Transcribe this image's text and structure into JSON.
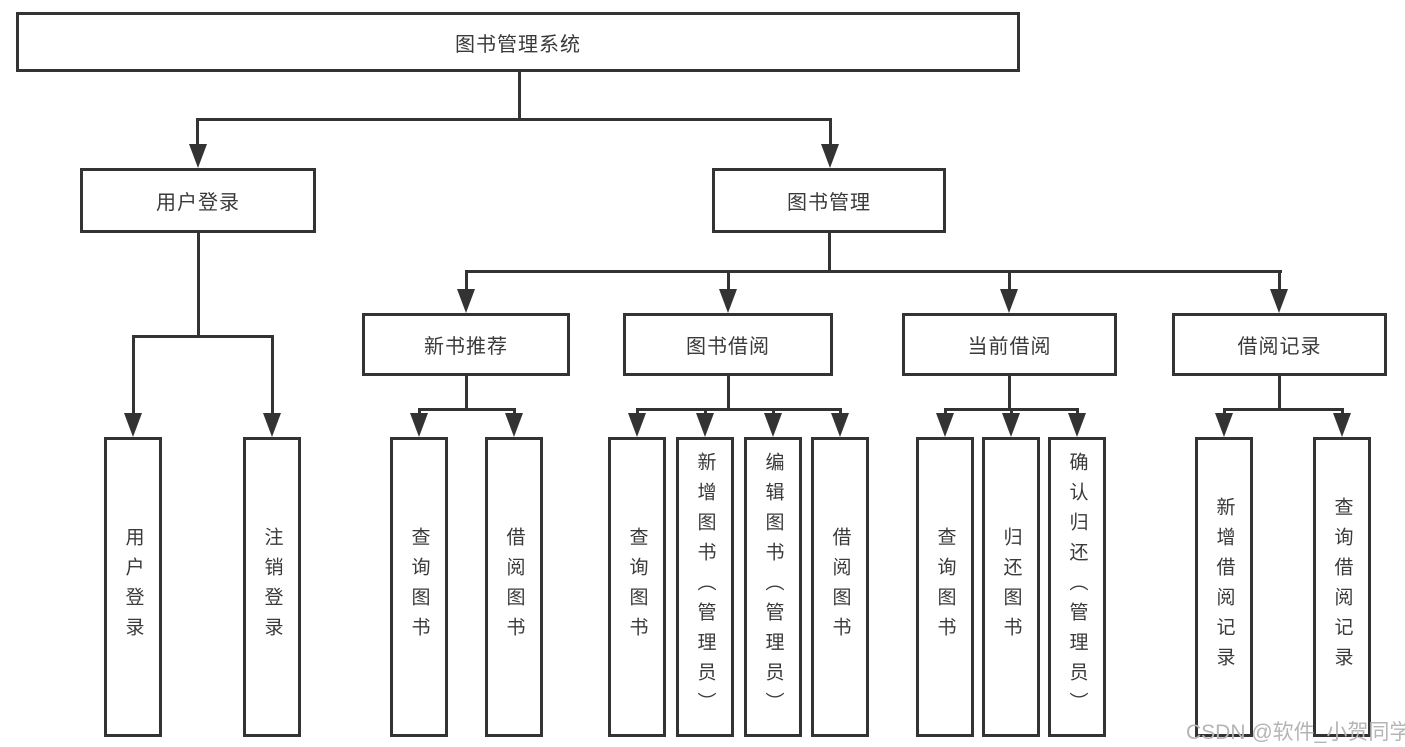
{
  "diagram": {
    "title": "图书管理系统",
    "nodes": {
      "root": "图书管理系统",
      "user_login": "用户登录",
      "book_mgmt": "图书管理",
      "new_book_rec": "新书推荐",
      "book_borrow": "图书借阅",
      "current_borrow": "当前借阅",
      "borrow_records": "借阅记录",
      "ul_user_login": "用户登录",
      "ul_logout": "注销登录",
      "nr_query_book": "查询图书",
      "nr_borrow_book": "借阅图书",
      "bb_query_book": "查询图书",
      "bb_add_book": "新增图书（管理员）",
      "bb_edit_book": "编辑图书（管理员）",
      "bb_borrow_book": "借阅图书",
      "cb_query_book": "查询图书",
      "cb_return_book": "归还图书",
      "cb_confirm_return": "确认归还（管理员）",
      "br_add_record": "新增借阅记录",
      "br_query_record": "查询借阅记录"
    },
    "colors": {
      "line": "#333333",
      "text": "#3a3a3a",
      "background": "#ffffff",
      "watermark": "#b5b5b5"
    }
  },
  "watermark": "CSDN @软件_小贺同学"
}
